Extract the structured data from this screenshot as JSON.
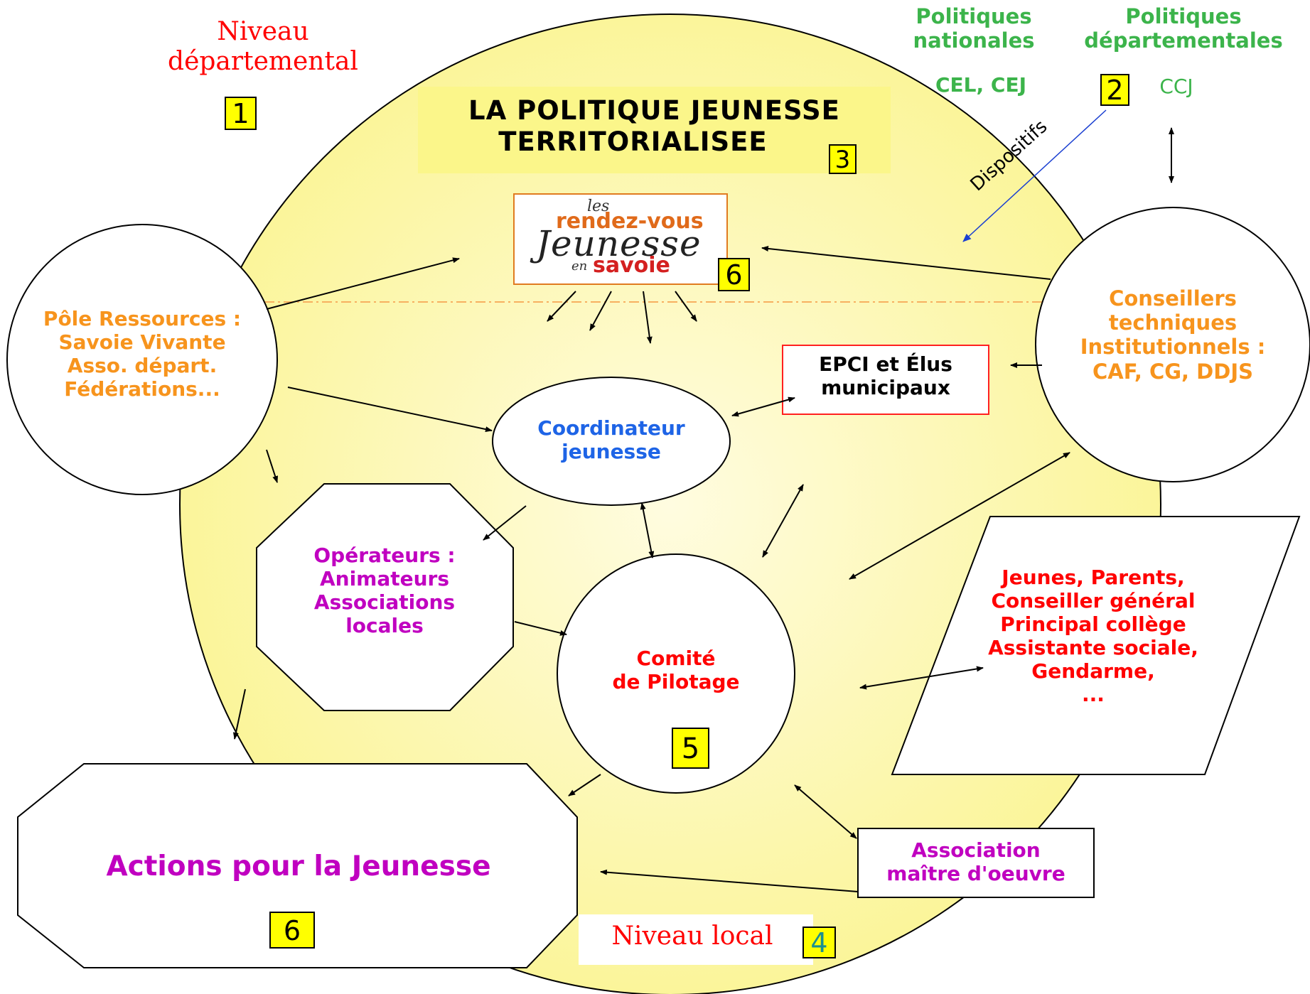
{
  "colors": {
    "big_circle": "#fdf9b4",
    "title_band": "#fbf68a",
    "orange": "#f7941d",
    "green": "#3cb44b",
    "blue": "#1e64e6",
    "magenta": "#c000c0",
    "red": "#ff0000",
    "badge": "#ffff00",
    "arrow_blue": "#1a3fd1"
  },
  "level_departmental": {
    "line1": "Niveau",
    "line2": "départemental",
    "badge": "1"
  },
  "policies": {
    "national_line1": "Politiques",
    "national_line2": "nationales",
    "departmental_line1": "Politiques",
    "departmental_line2": "départementales",
    "national_devices": "CEL, CEJ",
    "departmental_devices": "CCJ",
    "badge": "2",
    "devices_label": "Dispositifs"
  },
  "title": {
    "line1": "LA POLITIQUE JEUNESSE",
    "line2": "TERRITORIALISEE",
    "badge": "3"
  },
  "logo": {
    "les": "les",
    "rendez_vous": "rendez-vous",
    "jeunesse": "Jeunesse",
    "en": "en",
    "savoie": "savoie",
    "badge": "6"
  },
  "pole_ressources": {
    "line1": "Pôle Ressources :",
    "line2": "Savoie Vivante",
    "line3": "Asso. départ.",
    "line4": "Fédérations..."
  },
  "conseillers": {
    "line1": "Conseillers",
    "line2": "techniques",
    "line3": "Institutionnels :",
    "line4": "CAF, CG, DDJS"
  },
  "epci": {
    "line1": "EPCI et Élus",
    "line2": "municipaux"
  },
  "coordinateur": {
    "line1": "Coordinateur",
    "line2": "jeunesse"
  },
  "operateurs": {
    "line1": "Opérateurs :",
    "line2": "Animateurs",
    "line3": "Associations",
    "line4": "locales"
  },
  "comite": {
    "line1": "Comité",
    "line2": "de Pilotage",
    "badge": "5"
  },
  "partenaires": {
    "line1": "Jeunes, Parents,",
    "line2": "Conseiller général",
    "line3": "Principal collège",
    "line4": "Assistante sociale,",
    "line5": "Gendarme,",
    "line6": "..."
  },
  "association": {
    "line1": "Association",
    "line2": "maître d'oeuvre"
  },
  "actions": {
    "label": "Actions pour la Jeunesse",
    "badge": "6"
  },
  "level_local": {
    "label": "Niveau local",
    "badge": "4"
  }
}
